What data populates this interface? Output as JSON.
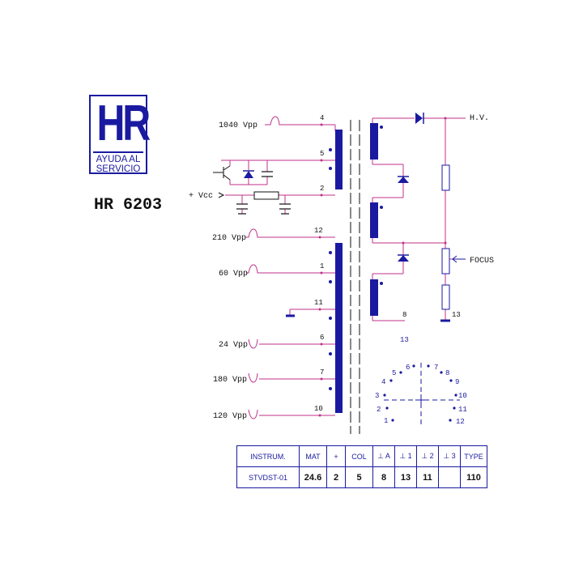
{
  "logo": {
    "letters": "HR",
    "line1": "AYUDA AL",
    "line2": "SERVICIO"
  },
  "model": "HR 6203",
  "colors": {
    "ink": "#1a1aa0",
    "wire": "#c0308a"
  },
  "left_labels": {
    "v1040": "1040 Vpp",
    "vcc": "+ Vcc",
    "v210": "210 Vpp",
    "v60": "60 Vpp",
    "v24": "24 Vpp",
    "v180": "180 Vpp",
    "v120": "120 Vpp"
  },
  "pins": {
    "p4": "4",
    "p5": "5",
    "p2": "2",
    "p12": "12",
    "p1": "1",
    "p11": "11",
    "p6": "6",
    "p7": "7",
    "p10": "10",
    "p8": "8",
    "p13": "13"
  },
  "right_labels": {
    "hv": "H.V.",
    "focus": "FOCUS"
  },
  "socket": {
    "top": "13",
    "n1": "1",
    "n2": "2",
    "n3": "3",
    "n4": "4",
    "n5": "5",
    "n6": "6",
    "n7": "7",
    "n8": "8",
    "n9": "9",
    "n10": "10",
    "n11": "11",
    "n12": "12"
  },
  "table": {
    "headers": [
      "INSTRUM.",
      "MAT",
      "+",
      "COL",
      "⊥ A",
      "⊥ 1",
      "⊥ 2",
      "⊥ 3",
      "TYPE"
    ],
    "values": [
      "STVDST-01",
      "24.6",
      "2",
      "5",
      "8",
      "13",
      "11",
      "",
      "110"
    ]
  }
}
